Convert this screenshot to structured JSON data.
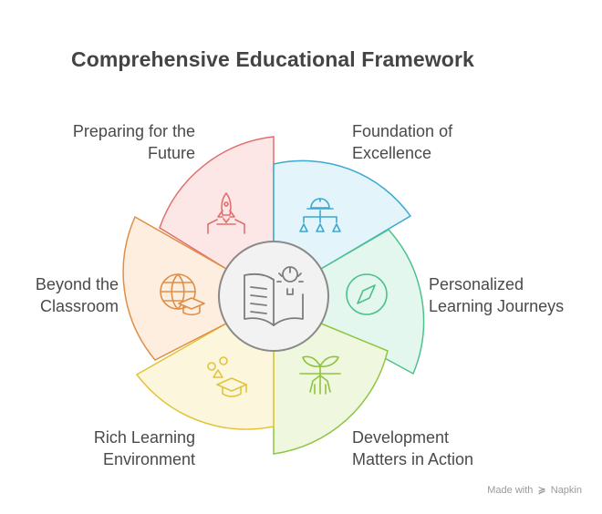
{
  "title": "Comprehensive Educational Framework",
  "segments": [
    {
      "line1": "Preparing for the",
      "line2": "Future",
      "icon": "rocket-icon",
      "color": "#e0706e",
      "fill": "#fde6e6"
    },
    {
      "line1": "Foundation of",
      "line2": "Excellence",
      "icon": "hierarchy-helmet-icon",
      "color": "#3aa8d0",
      "fill": "#e3f5fb"
    },
    {
      "line1": "Personalized",
      "line2": "Learning Journeys",
      "icon": "compass-icon",
      "color": "#4cc28a",
      "fill": "#e4f7ee"
    },
    {
      "line1": "Development",
      "line2": "Matters in Action",
      "icon": "seedling-icon",
      "color": "#8fc441",
      "fill": "#eff7df"
    },
    {
      "line1": "Rich Learning",
      "line2": "Environment",
      "icon": "graduation-cap-icon",
      "color": "#e0c43b",
      "fill": "#fcf6dc"
    },
    {
      "line1": "Beyond the",
      "line2": "Classroom",
      "icon": "globe-graduation-icon",
      "color": "#e08e45",
      "fill": "#fdeee0"
    }
  ],
  "center_icon": "book-lightbulb-icon",
  "credit": {
    "prefix": "Made with",
    "brand": "Napkin"
  }
}
